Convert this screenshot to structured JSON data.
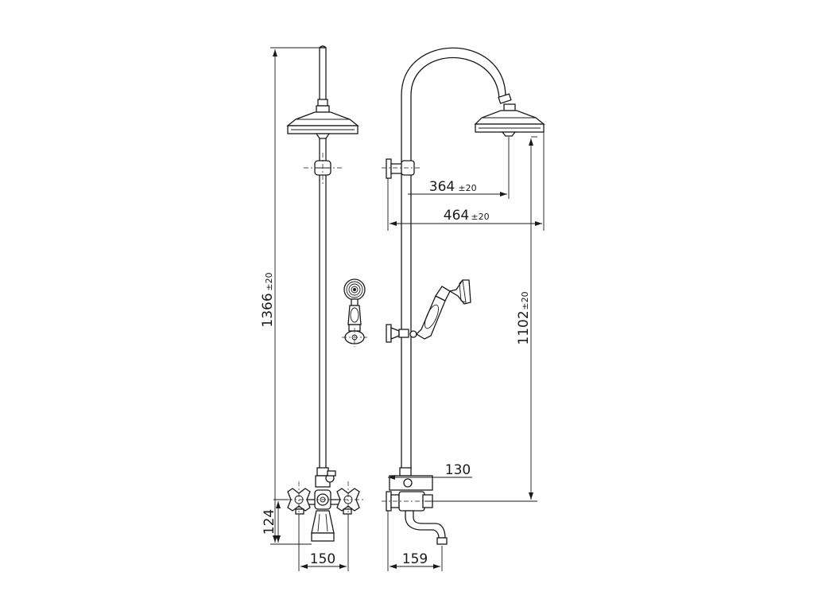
{
  "dimensions": {
    "total_height": {
      "value": "1366",
      "tolerance": "±20"
    },
    "head_reach": {
      "value": "364",
      "tolerance": "±20"
    },
    "total_reach": {
      "value": "464",
      "tolerance": "±20"
    },
    "riser_height": {
      "value": "1102",
      "tolerance": "±20"
    },
    "mixer_height": {
      "value": "124"
    },
    "mixer_width": {
      "value": "150"
    },
    "spout_offset": {
      "value": "130"
    },
    "spout_reach": {
      "value": "159"
    }
  },
  "colors": {
    "line": "#1a1a1a",
    "background": "#ffffff"
  },
  "views": [
    "front-view",
    "side-view"
  ]
}
